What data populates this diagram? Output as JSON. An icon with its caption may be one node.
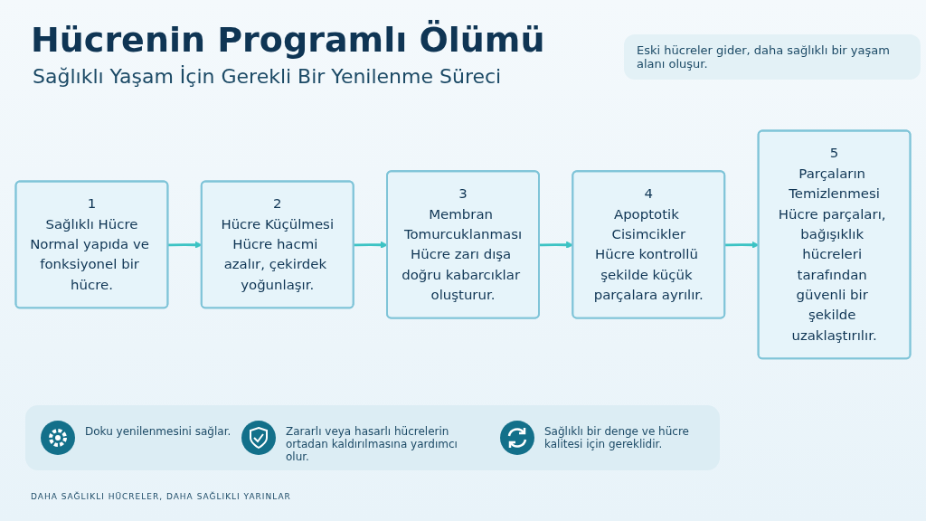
{
  "diagram": {
    "title": "Hücrenin Programlı Ölümü",
    "nodes": [
      {
        "text": [
          "1",
          "Sağlıklı Hücre",
          "Normal yapıda ve fonksiyonel bir hücre."
        ]
      },
      {
        "text": [
          "2",
          "Hücre Küçülmesi",
          "Hücre hacmi azalır, çekirdek yoğunlaşır."
        ]
      },
      {
        "text": [
          "3",
          "Membran Tomurcuklanması",
          "Hücre zarı dışa doğru kabarcıklar oluşturur."
        ]
      },
      {
        "text": [
          "4",
          "Apoptotik Cisimcikler",
          "Hücre kontrollü şekilde küçük parçalara ayrılır."
        ]
      },
      {
        "text": [
          "5",
          "Parçaların Temizlenmesi",
          "Hücre parçaları, bağışıklık hücreleri tarafından güvenli bir şekilde uzaklaştırılır."
        ]
      }
    ],
    "edges": [
      {
        "from": 0,
        "to": 1,
        "arrow": "to"
      },
      {
        "from": 1,
        "to": 2,
        "arrow": "to"
      },
      {
        "from": 2,
        "to": 3,
        "arrow": "to"
      },
      {
        "from": 3,
        "to": 4,
        "arrow": "to"
      }
    ],
    "labels": [
      "Sağlıklı Yaşam İçin Gerekli Bir Yenilenme Süreci",
      "Eski hücreler gider, daha sağlıklı bir yaşam alanı oluşur.",
      "Doku yenilenmesini sağlar.",
      "Zararlı veya hasarlı hücrelerin ortadan kaldırılmasına yardımcı olur.",
      "Sağlıklı bir denge ve hücre kalitesi için gereklidir.",
      "DAHA SAĞLIKLI HÜCRELER, DAHA SAĞLIKLI YARINLAR"
    ]
  }
}
